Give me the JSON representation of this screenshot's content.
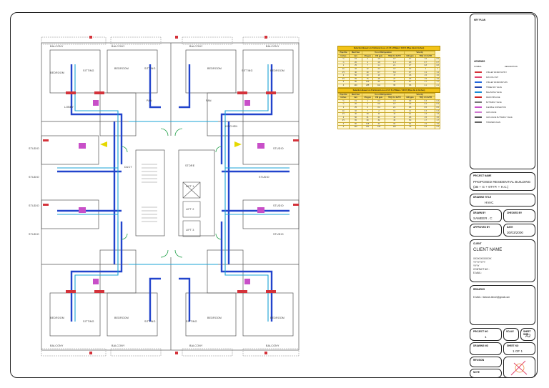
{
  "plan": {
    "rooms": {
      "balcony": "BALCONY",
      "bedroom": "BEDROOM",
      "sitting": "SITTING",
      "studio": "STUDIO",
      "store": "STORE",
      "lift1": "LIFT 1",
      "lift2": "LIFT 2",
      "lift3": "LIFT 3",
      "pan": "PAN",
      "kitchen": "KITCHEN",
      "duct": "DUCT",
      "lobby": "LOBBY"
    }
  },
  "table": {
    "title1": "Selection Based on Frictional Loss of 4 ft of Water / 100 ft (Pipe dia in Inches)",
    "title2": "Selection Based on Frictional Loss of 1.5 ft of Water / 100 ft (Pipe dia in Inches)",
    "header1": [
      "Pipe Dia",
      "Max Flow",
      "Ton of Refrigeration",
      "Velocity"
    ],
    "header2": [
      "Inches",
      "mm",
      "US gpm",
      "CW gpm",
      "TR@ 2.4 l/s/TR",
      "HW gpm",
      "TR@ 1.6 l/s/TR",
      "fps",
      "mps"
    ],
    "rows1": [
      [
        "½",
        "15",
        "2",
        "1.6",
        "0.7",
        "0.7",
        "1.6",
        "0.5"
      ],
      [
        "¾",
        "20",
        "4",
        "1.6",
        "1.4",
        "2.3",
        "0.7",
        "0.7"
      ],
      [
        "1",
        "25",
        "7",
        "1.1",
        "2.1",
        "2.7",
        "0.8",
        "0.8"
      ],
      [
        "1¼",
        "32",
        "12",
        "4.4",
        "3.7",
        "3.2",
        "1",
        "1"
      ],
      [
        "1½",
        "40",
        "20",
        "6.7",
        "6.6",
        "3.7",
        "1.1",
        "1.1"
      ],
      [
        "2",
        "50",
        "40",
        "13",
        "17",
        "4.6",
        "1.5",
        "1.5"
      ],
      [
        "2½",
        "65",
        "75",
        "26",
        "27",
        "4.6",
        "1.5",
        "1.5"
      ],
      [
        "3",
        "80",
        "100",
        "64",
        "34",
        "5.7",
        "1.7",
        "1.7"
      ],
      [
        "4",
        "100",
        "285",
        "112",
        "95",
        "6.6",
        "2.1",
        "2.1"
      ]
    ],
    "rows2": [
      [
        "½",
        "15",
        "1",
        "0.3",
        "0.3",
        "0.9",
        "0.3",
        "0.3"
      ],
      [
        "¾",
        "20",
        "2",
        "0.6",
        "0.7",
        "1.3",
        "0.4",
        "0.4"
      ],
      [
        "1",
        "25",
        "4",
        "0.4",
        "2.1",
        "0.6",
        "0.5",
        "0.5"
      ],
      [
        "1¼",
        "32",
        "7",
        "2",
        "3.1",
        "1.1",
        "0.3",
        "0.3"
      ],
      [
        "1½",
        "40",
        "29",
        "11",
        "13",
        "4.1",
        "1.3",
        "1.3"
      ],
      [
        "2",
        "50",
        "31",
        "21",
        "13",
        "4.6",
        "1.5",
        "1.5"
      ],
      [
        "2½",
        "65",
        "60",
        "32",
        "30",
        "5.0",
        "1.7",
        "1.7"
      ],
      [
        "3",
        "80",
        "125",
        "41",
        "62",
        "6.4",
        "1.9",
        "1.9"
      ],
      [
        "4",
        "100",
        "201",
        "126",
        "112",
        "7.6",
        "2.3",
        "2.3"
      ]
    ]
  },
  "titleblock": {
    "key_plan": "KEY PLAN",
    "legends": "LEGENDS",
    "symbol": "SYMBOL",
    "description": "DESCRIPTION",
    "legend_items": [
      {
        "color": "#d4323a",
        "text": "CHILLED WATER SUPPLY"
      },
      {
        "color": "#e0446e",
        "text": "FAN COIL UNIT"
      },
      {
        "color": "#2266dd",
        "text": "CHILLED WATER RETURN"
      },
      {
        "color": "#2244aa",
        "text": "THREE WAY VALVE"
      },
      {
        "color": "#1a8ad6",
        "text": "BALANCING VALVE"
      },
      {
        "color": "#cc2222",
        "text": "DRAIN PIPE LINE"
      },
      {
        "color": "#777777",
        "text": "BUTTERFLY VALVE"
      },
      {
        "color": "#c84fc8",
        "text": "FLEXIBLE CONNECTION"
      },
      {
        "color": "#d07ad0",
        "text": "GATE VALVE"
      },
      {
        "color": "#555555",
        "text": "GATE VALVE BUTTERFLY VALVE"
      },
      {
        "color": "#666666",
        "text": "STRAINER VALVE"
      }
    ],
    "project_lbl": "PROJECT NAME",
    "project_name": "PROPOSED RESIDENTIAL BUILDING",
    "project_sub": "(2B + G + 6TYP. + H.C.)",
    "drawing_lbl": "DRAWING TITLE",
    "drawing_title": "HVAC",
    "drawn_lbl": "DRAWN BY",
    "drawn_by": "SAMEER . C",
    "checked_lbl": "CHECKED BY",
    "approved_lbl": "APPROVED BY",
    "date_lbl": "DATE",
    "date": "30/03/2000",
    "client_lbl": "CLIENT",
    "client_name": "CLIENT NAME",
    "client_lines": [
      "XXXXXXXXXXXX",
      "YYYYYYYY",
      "YYYY",
      "CONTACT NO :",
      "E-MAIL :"
    ],
    "remarks_lbl": "REMARKS",
    "email": "E-MAIL : ltdnews.tlench@gmail.com",
    "project_no_lbl": "PROJECT NO",
    "project_no": "1",
    "scale_lbl": "SCALE",
    "size_lbl": "SHEET SIZE",
    "size": "A2",
    "drawing_no_lbl": "DRAWING NO",
    "sheet_no_lbl": "SHEET NO",
    "sheet_no": "1 OF 1",
    "revision_lbl": "REVISION",
    "notes_lbl": "NOTE"
  }
}
